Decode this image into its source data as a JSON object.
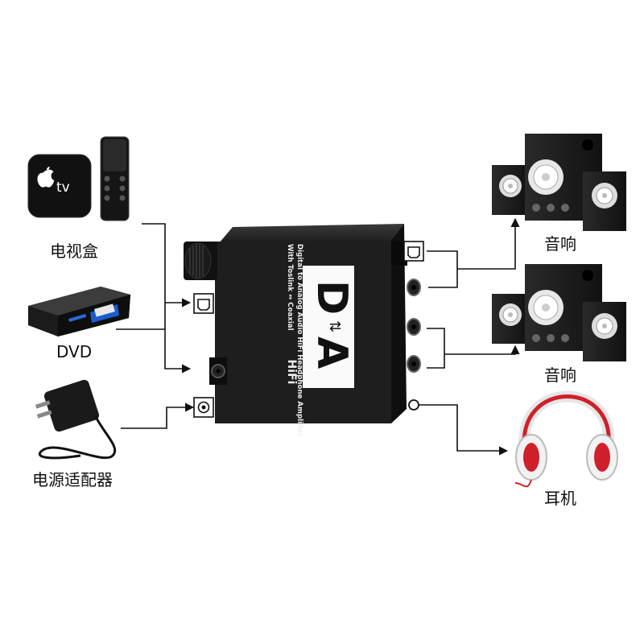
{
  "sources": {
    "tv_box": {
      "label": "电视盒",
      "logo_text": "tv"
    },
    "dvd": {
      "label": "DVD"
    },
    "power_adapter": {
      "label": "电源适配器"
    }
  },
  "outputs": {
    "speakers_optical": {
      "label": "音响"
    },
    "speakers_rca": {
      "label": "音响"
    },
    "headphones": {
      "label": "耳机"
    }
  },
  "device": {
    "lines": [
      "Digital to Analog Audio HiFi Headphone Amplifier",
      "With Toslink ⇔ Coaxial"
    ],
    "logo_d": "D",
    "logo_a": "A",
    "hifi": "HiFi"
  },
  "colors": {
    "device_body": "#1e1e1e",
    "wire": "#111111",
    "headphone_accent": "#d0202a"
  }
}
